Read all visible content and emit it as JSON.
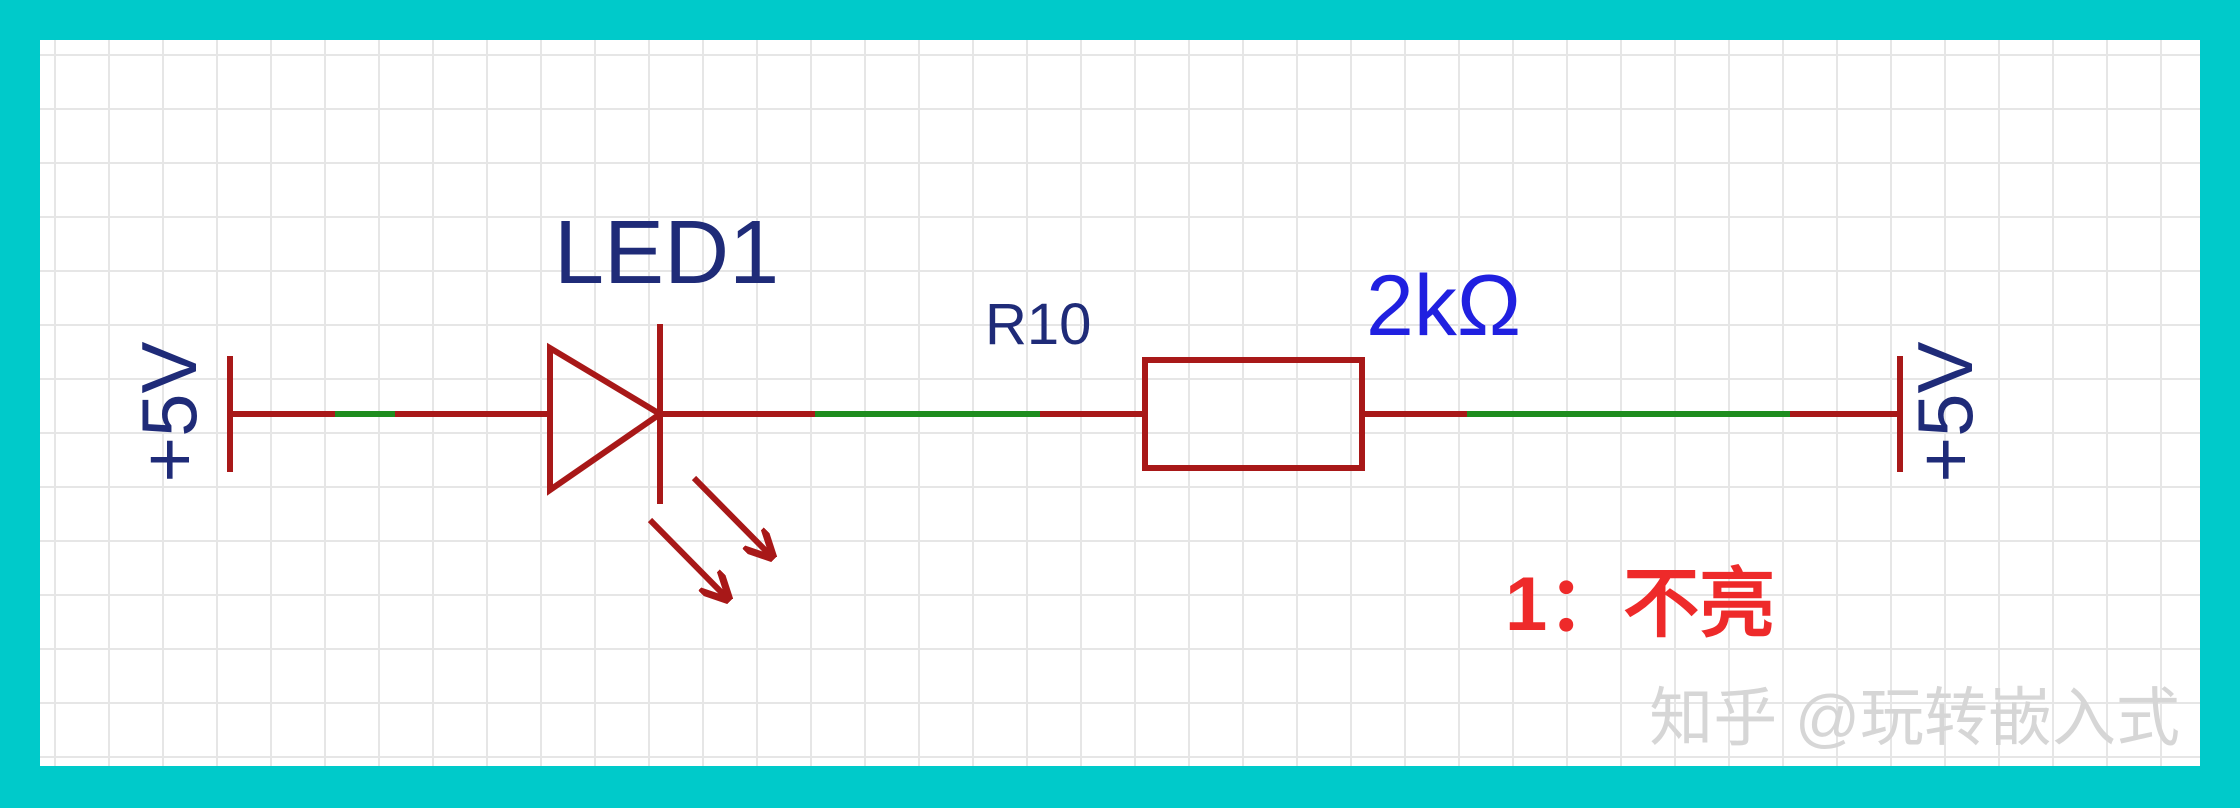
{
  "schematic": {
    "power_left": {
      "label": "+5V"
    },
    "power_right": {
      "label": "+5V"
    },
    "led": {
      "designator": "LED1"
    },
    "resistor": {
      "designator": "R10",
      "value": "2kΩ"
    },
    "annotation": "1：不亮",
    "watermark": "知乎 @玩转嵌入式"
  },
  "colors": {
    "frame": "#00CACA",
    "component": "#A81818",
    "wire": "#1E8C1E",
    "designator": "#1F2B78",
    "resistor_value": "#2020E0",
    "annotation": "#EE2A2A",
    "watermark": "#D6D6D6"
  }
}
